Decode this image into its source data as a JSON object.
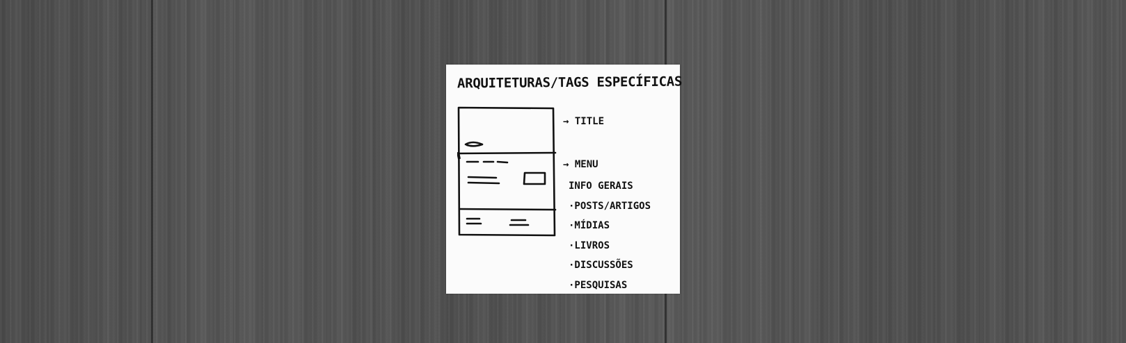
{
  "sketch": {
    "title": "ARQUITETURAS/TAGS ESPECÍFICAS",
    "annotations": {
      "title": "→ TITLE",
      "menu": "→ MENU"
    },
    "sections": [
      "INFO GERAIS",
      "·POSTS/ARTIGOS",
      "·MÍDIAS",
      "·LIVROS",
      "·DISCUSSÕES",
      "·PESQUISAS"
    ]
  },
  "colors": {
    "background": "#525252",
    "paper": "#fbfbfb",
    "ink": "#111111"
  }
}
